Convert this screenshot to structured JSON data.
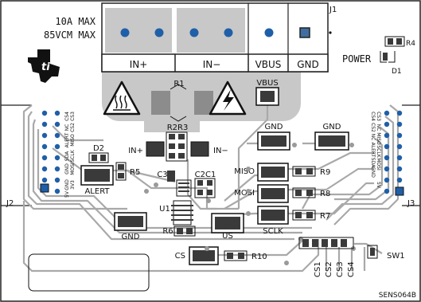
{
  "board": {
    "rating_line1": "10A MAX",
    "rating_line2": "85VCM MAX",
    "part_number": "SENS064B",
    "colors": {
      "copper": "#c8c8c8",
      "trace": "#a9a9a9",
      "via": "#1f5fa8",
      "outline": "#222222",
      "pad": "#3a3a3a"
    }
  },
  "connectors": {
    "j1": {
      "ref": "J1",
      "labels": [
        "IN+",
        "IN−",
        "VBUS",
        "GND"
      ]
    },
    "j2": {
      "ref": "J2",
      "pin_labels_col1": [
        "CS4",
        "NC",
        "ALERT",
        "SDA",
        "GND"
      ],
      "pin_labels_col2": [
        "CS3",
        "CS2",
        "MISO",
        "SCLK",
        "MOSI"
      ],
      "pin_labels_col3": [
        "GND",
        "",
        "3V3",
        "",
        "5V"
      ]
    },
    "j3": {
      "ref": "J3",
      "pin_labels_col1": [
        "CS4",
        "CS2",
        "NC",
        "ALERT",
        "SDA",
        "GND"
      ],
      "pin_labels_col2": [
        "CS3",
        "NC",
        "MISO",
        "SCLK",
        "MOSI",
        "5V"
      ]
    }
  },
  "labels": {
    "r1": "R1",
    "r2r3": "R2R3",
    "in_plus": "IN+",
    "in_minus": "IN−",
    "vbus_top": "VBUS",
    "gnd_a": "GND",
    "gnd_b": "GND",
    "gnd_c": "GND",
    "d2": "D2",
    "r5": "R5",
    "alert": "ALERT",
    "c3": "C3",
    "c2c1": "C2C1",
    "miso": "MISO",
    "mosi": "MOSI",
    "sclk": "SCLK",
    "r9": "R9",
    "r8": "R8",
    "r7": "R7",
    "u1": "U1",
    "r6": "R6",
    "us": "US",
    "cs": "CS",
    "r10": "R10",
    "sw1": "SW1",
    "power": "POWER",
    "d1": "D1",
    "r4": "R4",
    "cs1": "CS1",
    "cs2": "CS2",
    "cs3": "CS3",
    "cs4": "CS4"
  },
  "icons": [
    "ti-logo-icon",
    "hot-surface-warning-icon",
    "high-voltage-warning-icon"
  ]
}
